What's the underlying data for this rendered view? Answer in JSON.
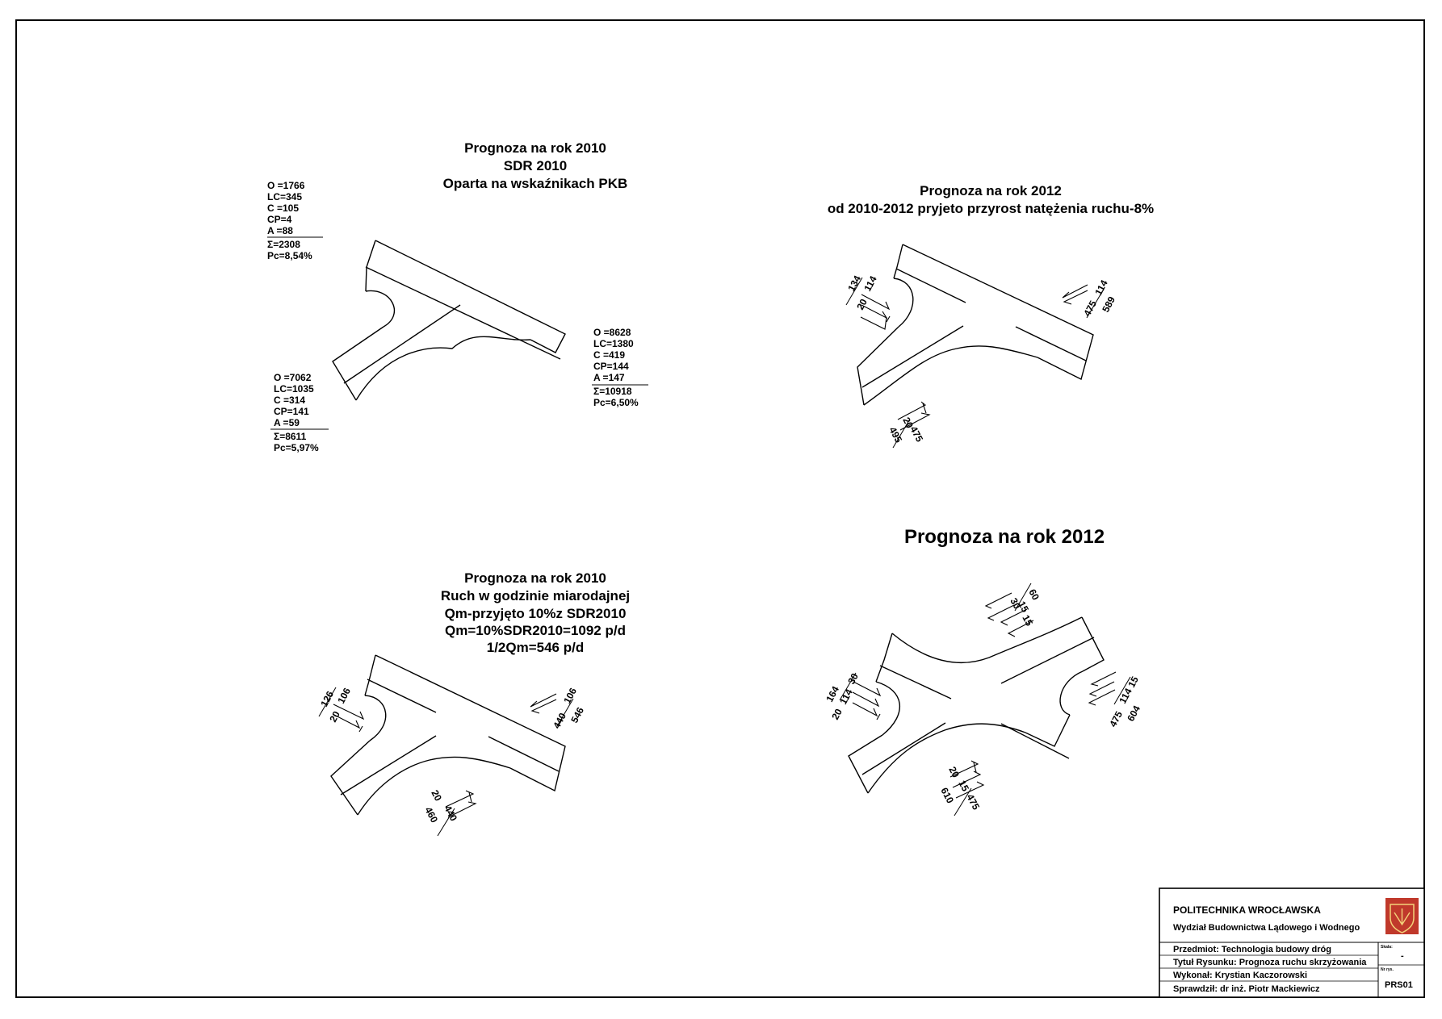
{
  "panels": {
    "top_left": {
      "title_lines": [
        "Prognoza na rok 2010",
        "SDR 2010",
        "Oparta na wskaźnikach PKB"
      ],
      "stat_boxes": [
        {
          "id": "nw",
          "lines": [
            "O =1766",
            "LC=345",
            "C =105",
            "CP=4",
            "A =88"
          ],
          "sum": "Σ=2308",
          "pc": "Pc=8,54%"
        },
        {
          "id": "east",
          "lines": [
            "O =8628",
            "LC=1380",
            "C =419",
            "CP=144",
            "A =147"
          ],
          "sum": "Σ=10918",
          "pc": "Pc=6,50%"
        },
        {
          "id": "sw",
          "lines": [
            "O =7062",
            "LC=1035",
            "C =314",
            "CP=141",
            "A =59"
          ],
          "sum": "Σ=8611",
          "pc": "Pc=5,97%"
        }
      ]
    },
    "top_right": {
      "title_lines": [
        "Prognoza na rok 2012",
        "od 2010-2012 pryjeto przyrost natężenia ruchu-8%"
      ],
      "numbers": [
        "134",
        "114",
        "20",
        "114",
        "475",
        "589",
        "20",
        "495",
        "475"
      ]
    },
    "bottom_left": {
      "title_lines": [
        "Prognoza na rok 2010",
        "Ruch w godzinie miarodajnej",
        "Qm-przyjęto 10%z SDR2010",
        "Qm=10%SDR2010=1092 p/d",
        "1/2Qm=546 p/d"
      ],
      "numbers": [
        "126",
        "106",
        "20",
        "106",
        "440",
        "546",
        "20",
        "460",
        "440"
      ]
    },
    "bottom_right": {
      "title_lines": [
        "Prognoza na rok 2012"
      ],
      "numbers": [
        "30",
        "60",
        "15",
        "15",
        "164",
        "30",
        "114",
        "20",
        "15",
        "114",
        "475",
        "604",
        "20",
        "15",
        "475",
        "610"
      ]
    }
  },
  "title_block": {
    "university": "POLITECHNIKA WROCŁAWSKA",
    "faculty": "Wydział Budownictwa Lądowego i Wodnego",
    "rows": [
      "Przedmiot: Technologia budowy dróg",
      "Tytuł Rysunku: Prognoza ruchu skrzyżowania",
      "Wykonał: Krystian Kaczorowski",
      "Sprawdził: dr inż. Piotr Mackiewicz"
    ],
    "scale_label": "Skala:",
    "scale_value": "-",
    "number_label": "Nr rys.",
    "number_value": "PRS01",
    "logo_color": "#c0392b"
  }
}
